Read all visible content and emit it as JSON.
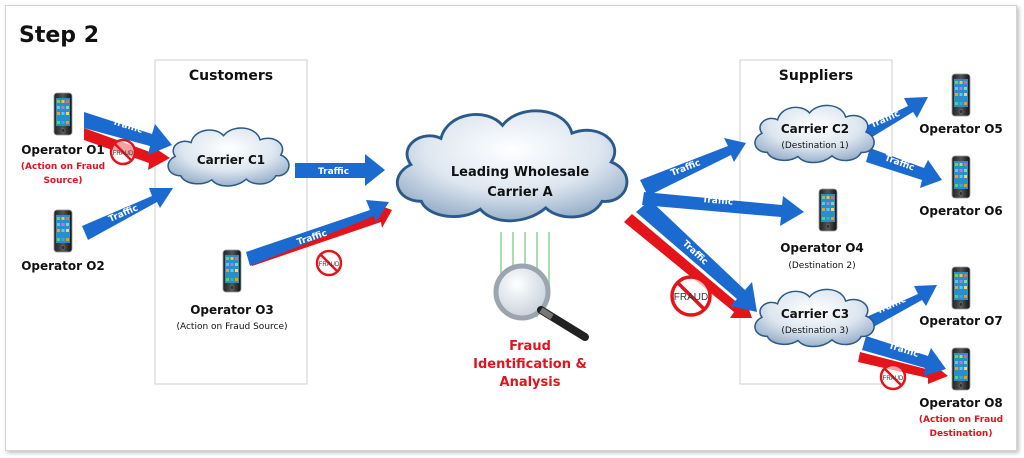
{
  "title": "Step 2",
  "colors": {
    "traffic": "#1a6ad0",
    "fraud": "#e5141a",
    "red_text": "#e0141e",
    "cloud_border": "#2b5a8a",
    "panel_border": "#cfcfcf"
  },
  "panels": {
    "customers": "Customers",
    "suppliers": "Suppliers"
  },
  "central": {
    "line1": "Leading Wholesale",
    "line2": "Carrier A"
  },
  "analysis": {
    "line1": "Fraud",
    "line2": "Identification &",
    "line3": "Analysis"
  },
  "carriers": {
    "c1": {
      "name": "Carrier C1"
    },
    "c2": {
      "name": "Carrier C2",
      "sub": "(Destination 1)"
    },
    "c3": {
      "name": "Carrier C3",
      "sub": "(Destination 3)"
    }
  },
  "operators": {
    "o1": {
      "name": "Operator O1",
      "sub1": "(Action on Fraud",
      "sub2": "Source)"
    },
    "o2": {
      "name": "Operator O2"
    },
    "o3": {
      "name": "Operator O3",
      "sub": "(Action on Fraud Source)"
    },
    "o4": {
      "name": "Operator O4",
      "sub": "(Destination 2)"
    },
    "o5": {
      "name": "Operator O5"
    },
    "o6": {
      "name": "Operator O6"
    },
    "o7": {
      "name": "Operator O7"
    },
    "o8": {
      "name": "Operator O8",
      "sub1": "(Action on Fraud",
      "sub2": "Destination)"
    }
  },
  "arrow_label": "Traffic",
  "fraud_label": "FRAUD"
}
